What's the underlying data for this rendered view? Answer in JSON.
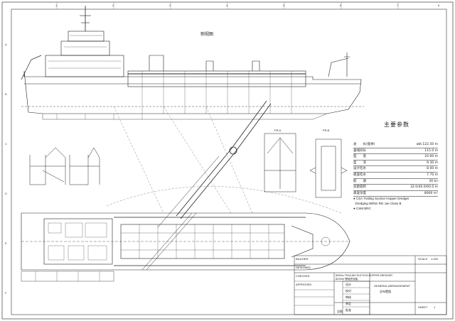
{
  "drawing": {
    "profile_view_label": "侧视图",
    "frame_numbers": [
      "1",
      "2",
      "3",
      "4",
      "5",
      "6",
      "7",
      "8"
    ],
    "frame_letters": [
      "A",
      "B",
      "C",
      "D",
      "E",
      "F"
    ],
    "section_labels": [
      "FR.A",
      "FR.B"
    ],
    "main_params": {
      "title": "主要参数",
      "rows": [
        {
          "key": "总　　长(船体)",
          "value": "abt.122.50 m"
        },
        {
          "key": "垂线间长",
          "value": "115.0 m"
        },
        {
          "key": "型　　宽",
          "value": "24.60 m"
        },
        {
          "key": "型　　深",
          "value": "9.30 m"
        },
        {
          "key": "设计吃水",
          "value": "8.00 m"
        },
        {
          "key": "疏浚吃水",
          "value": "7.70 m"
        },
        {
          "key": "航　　速",
          "value": "30 kn"
        },
        {
          "key": "泥舱容积",
          "value": "32.0/40.0/60.0 m"
        },
        {
          "key": "疏浚深度",
          "value": "8000 m³"
        }
      ],
      "class_notes": [
        "CSA Trailing Suction Hopper Dredger",
        "Dredging Within RD Jue Class B",
        "CSM BRC"
      ]
    },
    "title_block": {
      "project_en": "8000m³ TRAILING SUCTION HOPPER DREDGER",
      "project_cn": "8000m³耙吸挖泥船",
      "drawing_en": "GENERAL ARRANGEMENT",
      "drawing_cn": "总布置图",
      "scale_label": "SCALE",
      "scale_value": "1:150",
      "sheet_label": "SHEET",
      "sheet_value": "1",
      "left_labels": [
        "BUILDER",
        "DESIGNED",
        "CHECKED",
        "APPROVED"
      ],
      "bottom_note": "总图",
      "signature_rows": [
        "设计",
        "校对",
        "审核",
        "审定",
        "批准"
      ]
    }
  }
}
